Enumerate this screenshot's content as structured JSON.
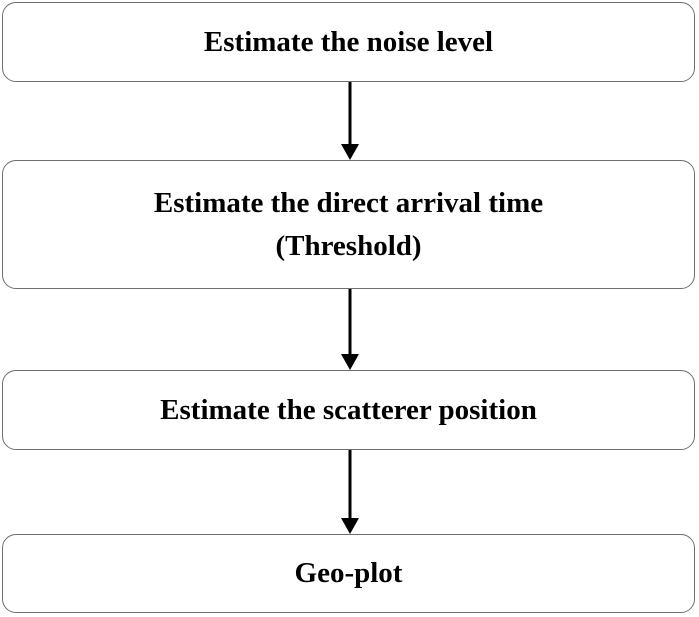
{
  "steps": [
    {
      "lines": [
        "Estimate the noise level"
      ]
    },
    {
      "lines": [
        "Estimate the direct arrival time",
        "(Threshold)"
      ]
    },
    {
      "lines": [
        "Estimate the scatterer position"
      ]
    },
    {
      "lines": [
        "Geo-plot"
      ]
    }
  ],
  "colors": {
    "box_border": "#6f6f6f",
    "text": "#000000",
    "arrow": "#000000"
  }
}
